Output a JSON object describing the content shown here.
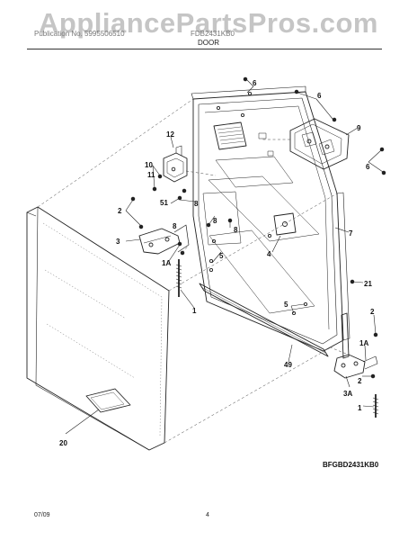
{
  "watermark": "AppliancePartsPros.com",
  "header": {
    "left_text": "Publication No. 5995506510",
    "model_text": "FDB2431KB0",
    "section_title": "DOOR"
  },
  "callouts": [
    "6",
    "6",
    "9",
    "6",
    "12",
    "10",
    "11",
    "2",
    "51",
    "8",
    "8",
    "8",
    "8",
    "3",
    "7",
    "4",
    "5",
    "1A",
    "1",
    "21",
    "5",
    "2",
    "1A",
    "49",
    "2",
    "3A",
    "1",
    "20"
  ],
  "model_code": "BFGBD2431KB0",
  "footer": {
    "date": "07/09",
    "page": "4"
  }
}
